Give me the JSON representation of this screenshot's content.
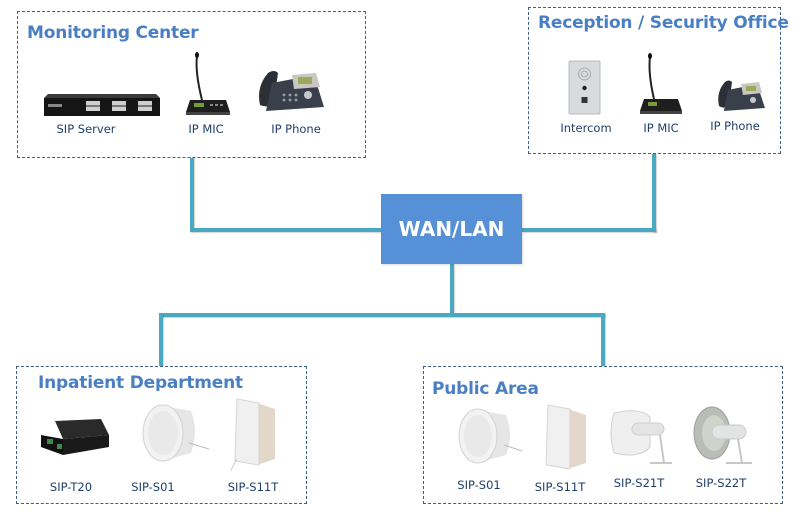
{
  "diagram": {
    "hub": {
      "label": "WAN/LAN",
      "color": "#5690d6"
    },
    "connector_color": "#4aa9c2",
    "border_color": "#3f5f86",
    "title_color": "#4a7fc4",
    "zones": {
      "monitoring": {
        "title": "Monitoring Center",
        "devices": [
          {
            "label": "SIP Server",
            "icon": "sip-server-icon"
          },
          {
            "label": "IP MIC",
            "icon": "ip-mic-icon"
          },
          {
            "label": "IP Phone",
            "icon": "ip-phone-icon"
          }
        ]
      },
      "reception": {
        "title": "Reception / Security Office",
        "devices": [
          {
            "label": "Intercom",
            "icon": "intercom-icon"
          },
          {
            "label": "IP MIC",
            "icon": "ip-mic-icon"
          },
          {
            "label": "IP Phone",
            "icon": "ip-phone-icon"
          }
        ]
      },
      "inpatient": {
        "title": "Inpatient Department",
        "devices": [
          {
            "label": "SIP-T20",
            "icon": "amplifier-box-icon"
          },
          {
            "label": "SIP-S01",
            "icon": "ceiling-speaker-icon"
          },
          {
            "label": "SIP-S11T",
            "icon": "wall-speaker-icon"
          }
        ]
      },
      "public": {
        "title": "Public Area",
        "devices": [
          {
            "label": "SIP-S01",
            "icon": "ceiling-speaker-icon"
          },
          {
            "label": "SIP-S11T",
            "icon": "wall-speaker-icon"
          },
          {
            "label": "SIP-S21T",
            "icon": "horn-speaker-icon"
          },
          {
            "label": "SIP-S22T",
            "icon": "round-horn-speaker-icon"
          }
        ]
      }
    }
  }
}
